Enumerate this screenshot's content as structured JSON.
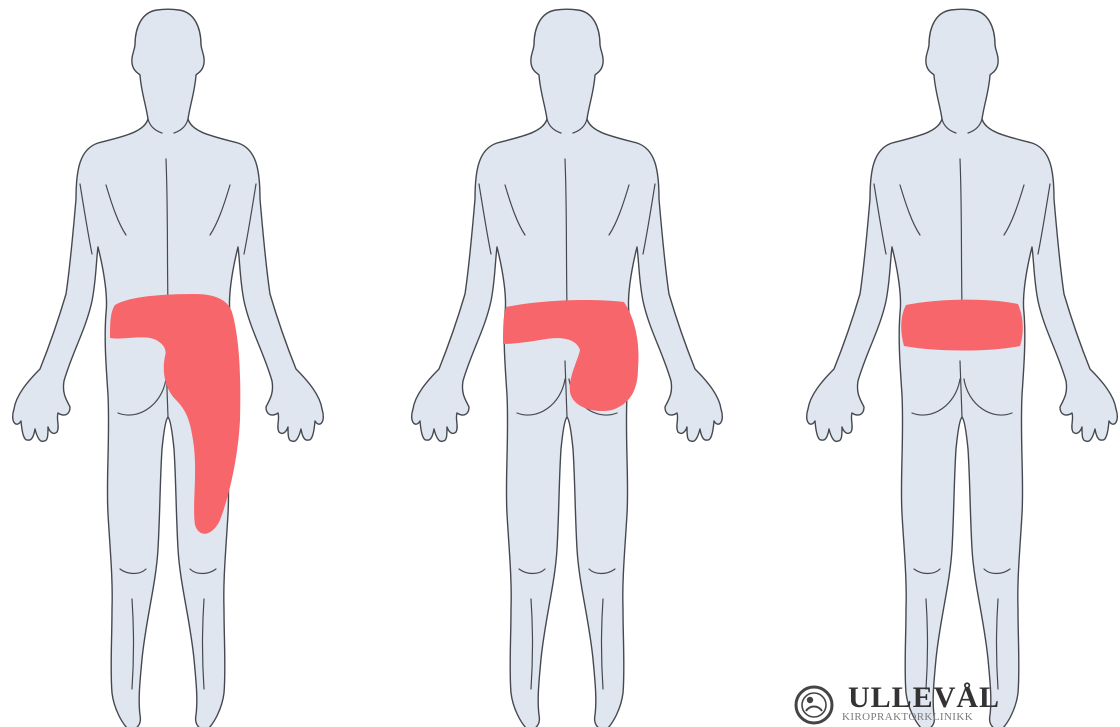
{
  "figures": [
    {
      "name": "left-sided-low-back-pain-with-leg-referral"
    },
    {
      "name": "left-sided-low-back-and-buttock-pain"
    },
    {
      "name": "central-low-back-pain"
    }
  ],
  "colors": {
    "body": "#e0e6ef",
    "outline": "#45494f",
    "pain": "#f7666a"
  },
  "logo": {
    "title": "ULLEVÅL",
    "subtitle": "KIROPRAKTORKLINIKK"
  }
}
